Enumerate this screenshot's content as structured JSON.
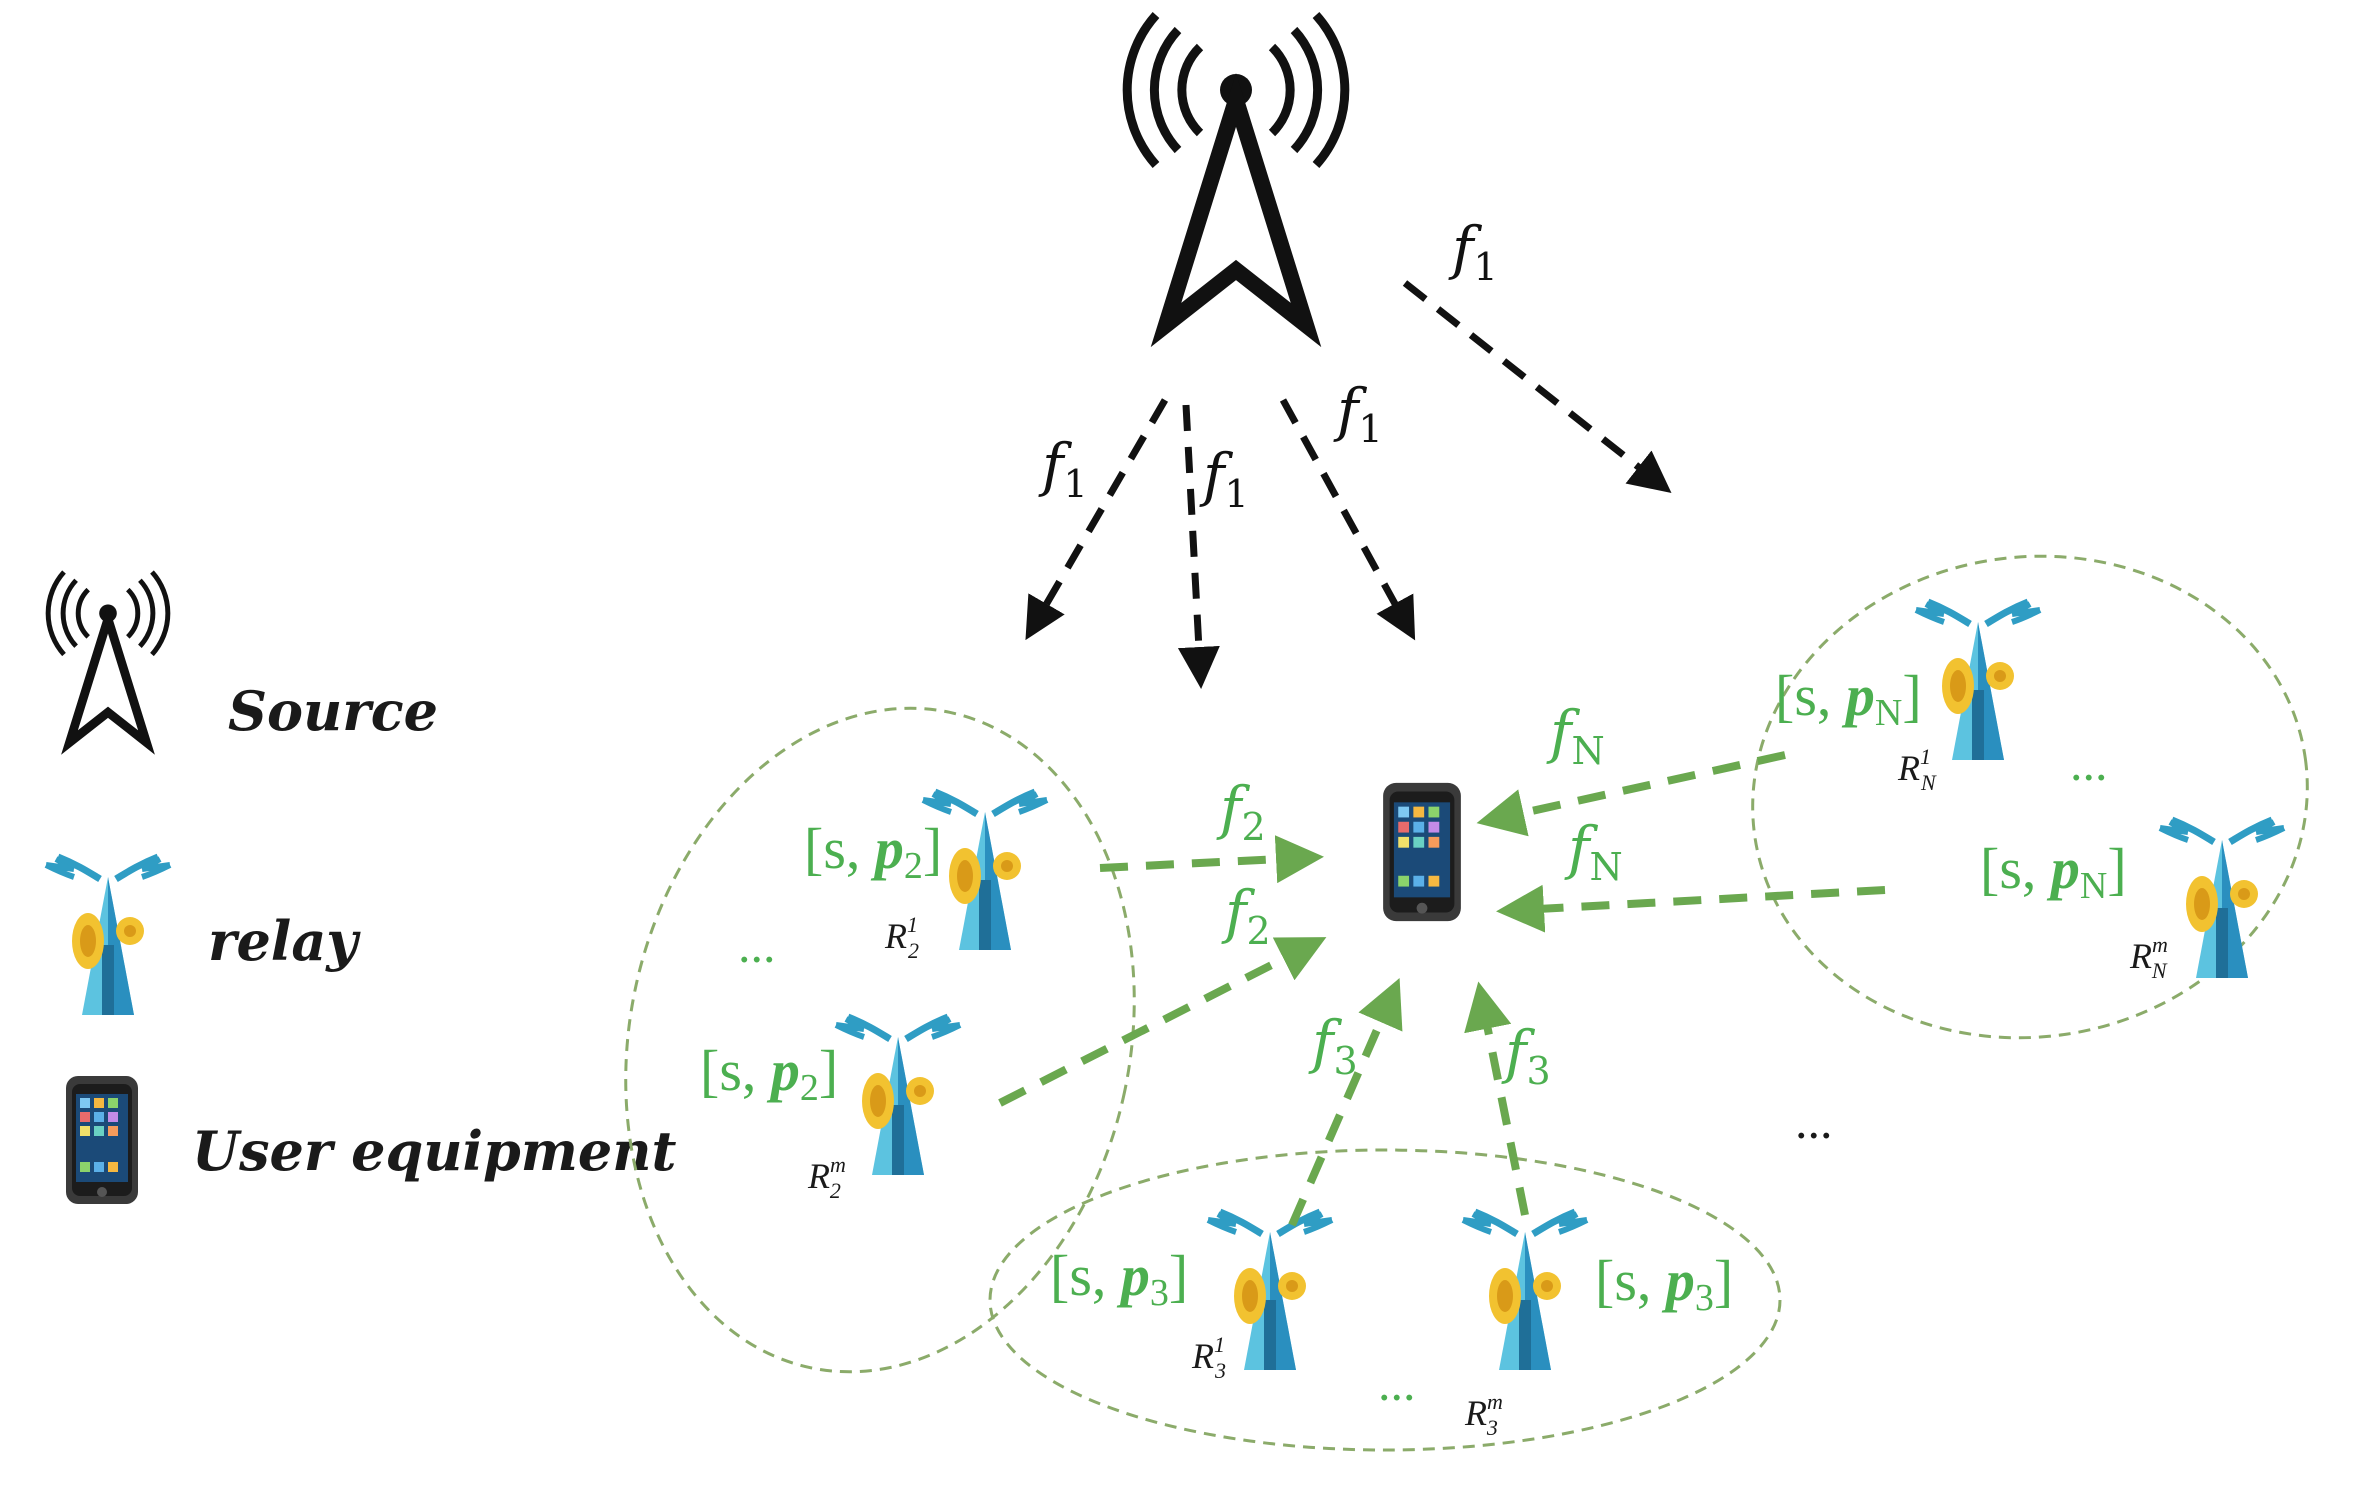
{
  "legend": {
    "source_label": "Source",
    "relay_label": "relay",
    "ue_label": "User equipment"
  },
  "colors": {
    "black_link": "#111111",
    "green_link": "#6aa84f",
    "green_text": "#4caf50",
    "cluster_border": "#8bab6a",
    "relay_cyan": "#4fb7d7",
    "relay_blue": "#2a7fae",
    "relay_yellow": "#f2c230"
  },
  "links": {
    "f1": {
      "base": "f",
      "sub": "1"
    },
    "f2": {
      "base": "f",
      "sub": "2"
    },
    "f3": {
      "base": "f",
      "sub": "3"
    },
    "fN": {
      "base": "f",
      "sub": "N"
    }
  },
  "packets": {
    "p2": {
      "open": "[s, ",
      "p": "p",
      "sub": "2",
      "close": "]"
    },
    "p3": {
      "open": "[s, ",
      "p": "p",
      "sub": "3",
      "close": "]"
    },
    "pN": {
      "open": "[s, ",
      "p": "p",
      "sub": "N",
      "close": "]"
    }
  },
  "relays": {
    "r2_1": {
      "base": "R",
      "sub": "2",
      "sup": "1"
    },
    "r2_m": {
      "base": "R",
      "sub": "2",
      "sup": "m"
    },
    "r3_1": {
      "base": "R",
      "sub": "3",
      "sup": "1"
    },
    "r3_m": {
      "base": "R",
      "sub": "3",
      "sup": "m"
    },
    "rN_1": {
      "base": "R",
      "sub": "N",
      "sup": "1"
    },
    "rN_m": {
      "base": "R",
      "sub": "N",
      "sup": "m"
    }
  },
  "ellipsis": "..."
}
